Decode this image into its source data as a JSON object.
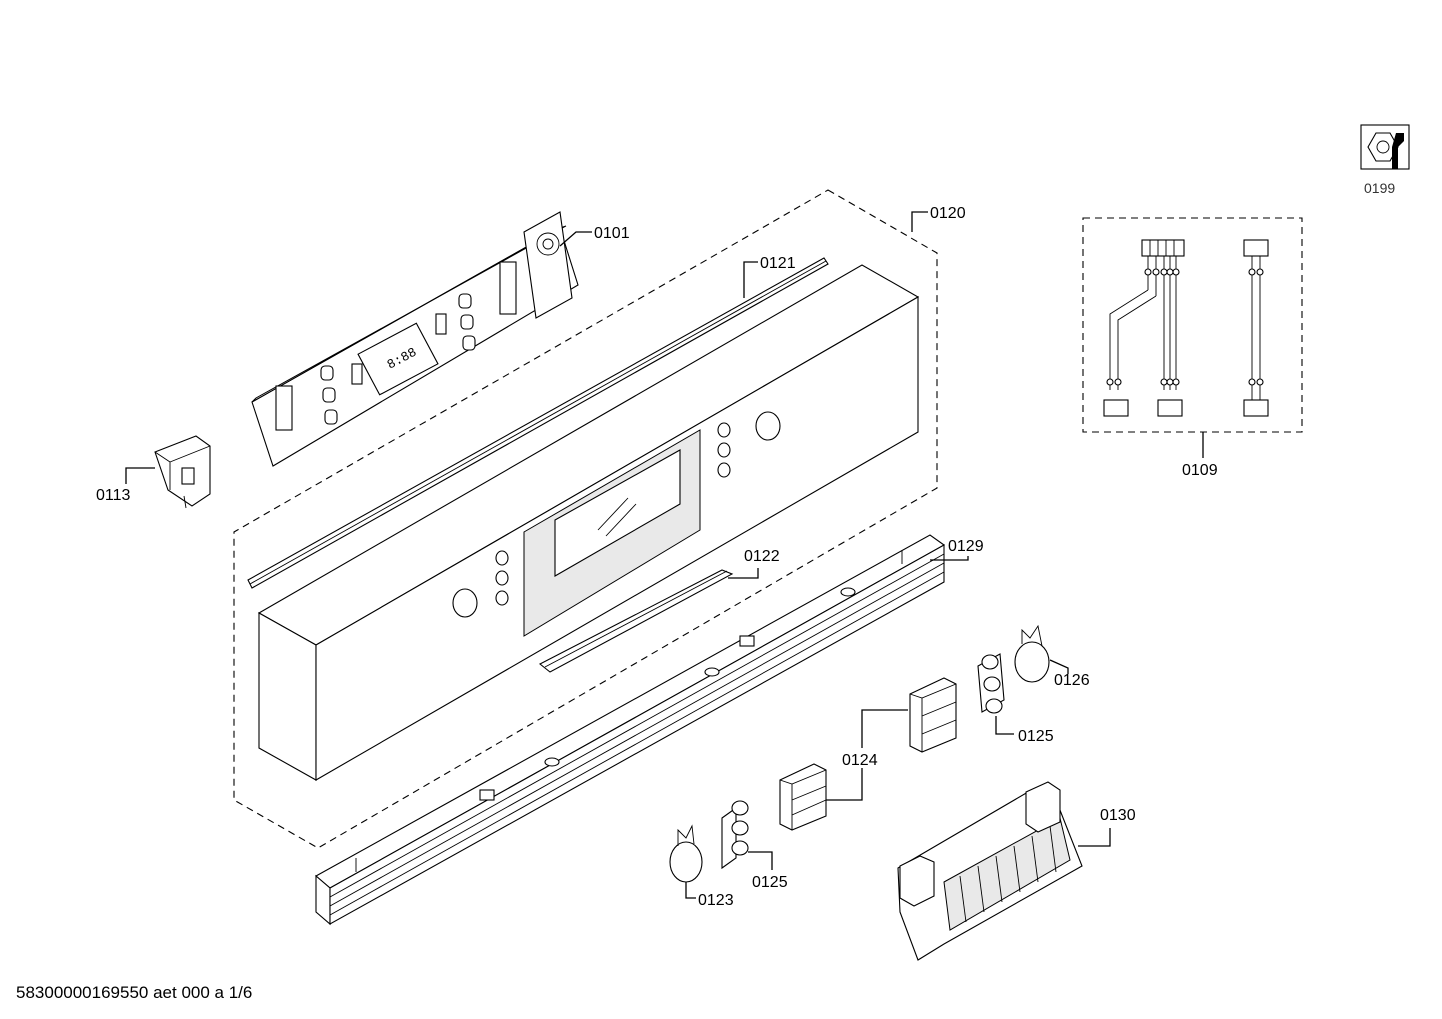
{
  "diagram": {
    "labels": {
      "p0101": "0101",
      "p0109": "0109",
      "p0113": "0113",
      "p0120": "0120",
      "p0121": "0121",
      "p0122": "0122",
      "p0123": "0123",
      "p0124": "0124",
      "p0125a": "0125",
      "p0125b": "0125",
      "p0126": "0126",
      "p0129": "0129",
      "p0130": "0130",
      "p0199": "0199"
    },
    "display_text": "8:88",
    "footer": "58300000169550 aet 000 a 1/6"
  }
}
